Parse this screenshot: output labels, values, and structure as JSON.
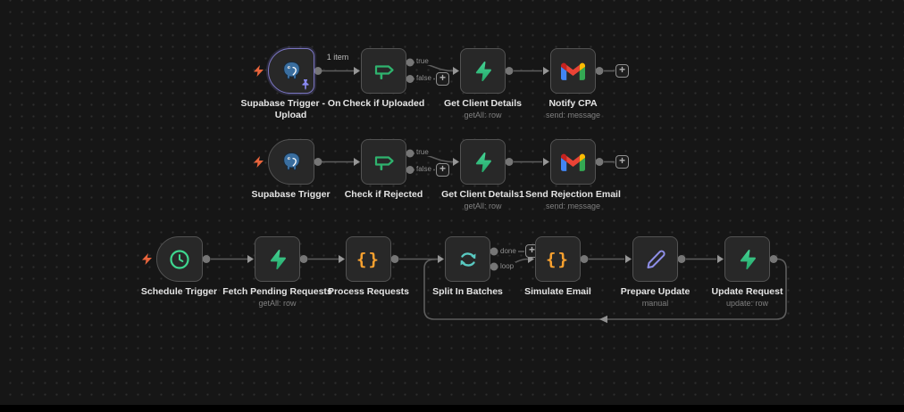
{
  "app": {
    "name": "workflow-editor-canvas"
  },
  "colors": {
    "canvas_bg": "#161616",
    "grid_dot": "#2e2e2e",
    "node_bg": "#282828",
    "node_border": "#525252",
    "pinned_border": "#7b76c2",
    "wire": "#5d5d5d",
    "supabase_green": "#3ecf8e",
    "if_green": "#2fb36e",
    "code_orange": "#f8a12f",
    "loop_teal": "#59c9c1",
    "clock_green": "#3ed68f",
    "pencil_purple": "#8f8fe8",
    "postgres_blue": "#3a6e9f",
    "execute_bolt_orange": "#e8643c",
    "pin_purple": "#8a8af2",
    "gmail_blue": "#4285f4",
    "gmail_red": "#ea4335",
    "gmail_green": "#34a853",
    "gmail_yellow": "#fbbc04"
  },
  "ui": {
    "plus": "+",
    "item_count_label": "1 item"
  },
  "edge_labels": {
    "true": "true",
    "false": "false",
    "done": "done",
    "loop": "loop"
  },
  "nodes": [
    {
      "label": "Supabase Trigger - On Upload",
      "subtitle": "",
      "icon": "postgres-elephant",
      "type": "trigger",
      "pinned": "yes"
    },
    {
      "label": "Check if Uploaded",
      "subtitle": "",
      "icon": "if-signpost",
      "type": "if"
    },
    {
      "label": "Get Client Details",
      "subtitle": "getAll: row",
      "icon": "supabase-bolt",
      "type": "action"
    },
    {
      "label": "Notify CPA",
      "subtitle": "send: message",
      "icon": "gmail",
      "type": "action"
    },
    {
      "label": "Supabase Trigger",
      "subtitle": "",
      "icon": "postgres-elephant",
      "type": "trigger"
    },
    {
      "label": "Check if Rejected",
      "subtitle": "",
      "icon": "if-signpost",
      "type": "if"
    },
    {
      "label": "Get Client Details1",
      "subtitle": "getAll: row",
      "icon": "supabase-bolt",
      "type": "action"
    },
    {
      "label": "Send Rejection Email",
      "subtitle": "send: message",
      "icon": "gmail",
      "type": "action"
    },
    {
      "label": "Schedule Trigger",
      "subtitle": "",
      "icon": "clock",
      "type": "trigger"
    },
    {
      "label": "Fetch Pending Requests",
      "subtitle": "getAll: row",
      "icon": "supabase-bolt",
      "type": "action"
    },
    {
      "label": "Process Requests",
      "subtitle": "",
      "icon": "code-braces",
      "type": "action"
    },
    {
      "label": "Split In Batches",
      "subtitle": "",
      "icon": "loop-sync",
      "type": "loop"
    },
    {
      "label": "Simulate Email",
      "subtitle": "",
      "icon": "code-braces",
      "type": "action"
    },
    {
      "label": "Prepare Update",
      "subtitle": "manual",
      "icon": "pencil",
      "type": "action"
    },
    {
      "label": "Update Request",
      "subtitle": "update: row",
      "icon": "supabase-bolt",
      "type": "action"
    }
  ]
}
